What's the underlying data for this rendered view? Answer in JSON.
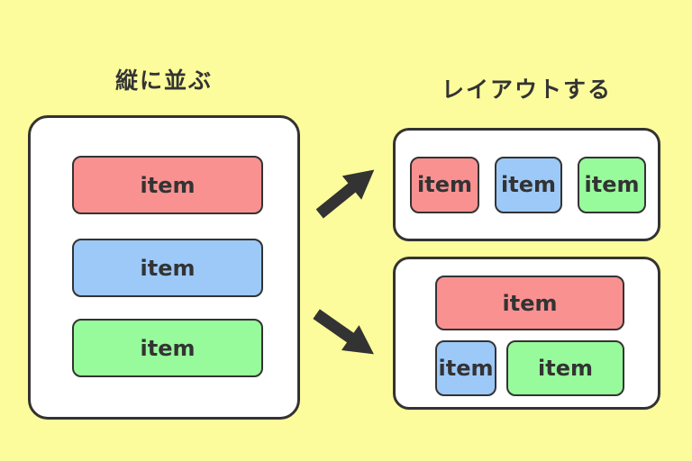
{
  "colors": {
    "background": "#FCFC9C",
    "panel_fill": "#FFFFFF",
    "outline": "#333333",
    "text": "#333333",
    "item_red": "#FA9191",
    "item_blue": "#9CC9F8",
    "item_green": "#97FA9B",
    "arrow": "#333333"
  },
  "titles": {
    "left": "縦に並ぶ",
    "right": "レイアウトする"
  },
  "panels": {
    "source": {
      "items": [
        {
          "label": "item",
          "color": "#FA9191"
        },
        {
          "label": "item",
          "color": "#9CC9F8"
        },
        {
          "label": "item",
          "color": "#97FA9B"
        }
      ]
    },
    "result_row": {
      "items": [
        {
          "label": "item",
          "color": "#FA9191"
        },
        {
          "label": "item",
          "color": "#9CC9F8"
        },
        {
          "label": "item",
          "color": "#97FA9B"
        }
      ]
    },
    "result_grid": {
      "top_item": {
        "label": "item",
        "color": "#FA9191"
      },
      "bottom_items": [
        {
          "label": "item",
          "color": "#9CC9F8"
        },
        {
          "label": "item",
          "color": "#97FA9B"
        }
      ]
    }
  },
  "icons": {
    "arrow_top": "arrow-up-right",
    "arrow_bottom": "arrow-down-right"
  }
}
